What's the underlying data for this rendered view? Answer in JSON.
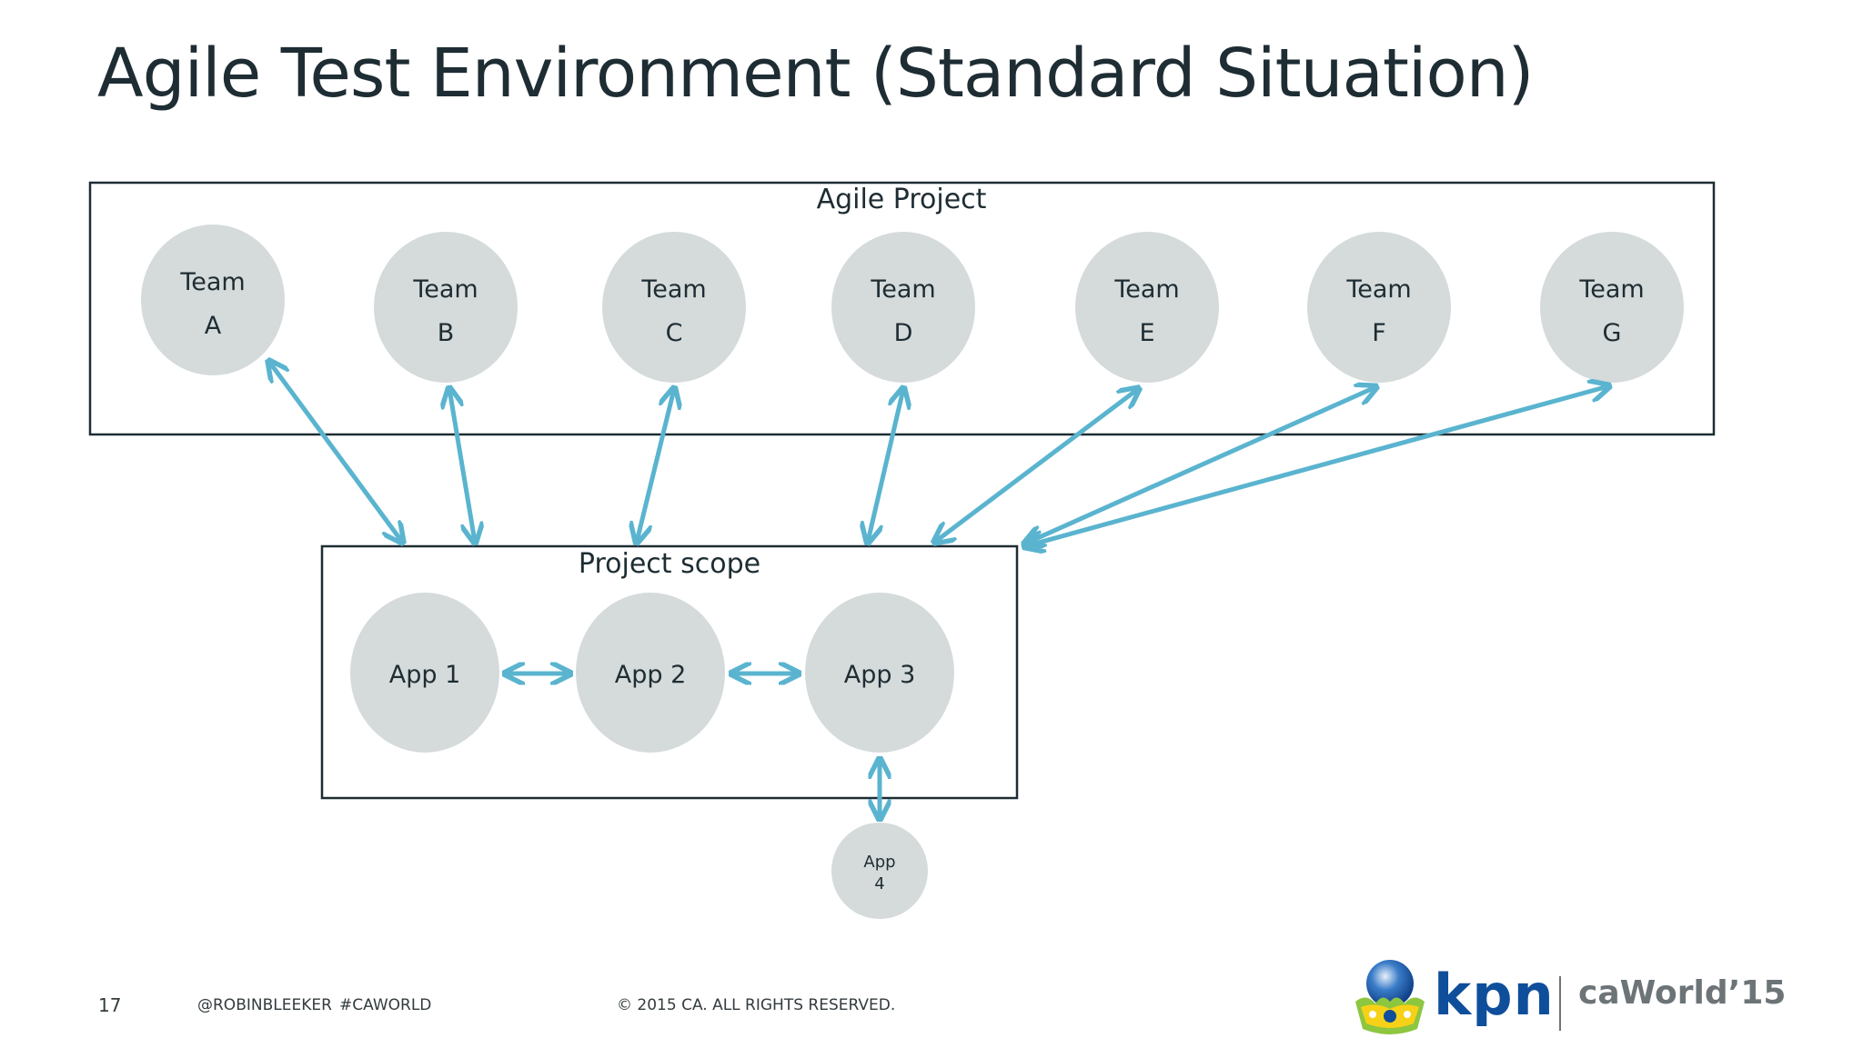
{
  "slide": {
    "title": "Agile Test Environment (Standard Situation)"
  },
  "diagram": {
    "project_box_label": "Agile Project",
    "scope_box_label": "Project scope",
    "teams": [
      {
        "line1": "Team",
        "line2": "A"
      },
      {
        "line1": "Team",
        "line2": "B"
      },
      {
        "line1": "Team",
        "line2": "C"
      },
      {
        "line1": "Team",
        "line2": "D"
      },
      {
        "line1": "Team",
        "line2": "E"
      },
      {
        "line1": "Team",
        "line2": "F"
      },
      {
        "line1": "Team",
        "line2": "G"
      }
    ],
    "apps": [
      {
        "label": "App 1"
      },
      {
        "label": "App 2"
      },
      {
        "label": "App 3"
      }
    ],
    "app4": {
      "line1": "App",
      "line2": "4"
    },
    "colors": {
      "node_fill": "#d5dadb",
      "arrow": "#5ab4cf",
      "box_stroke": "#1e2d33"
    }
  },
  "footer": {
    "page_number": "17",
    "handle": "@ROBINBLEEKER",
    "hashtag": "#CAWORLD",
    "copyright": "© 2015 CA. ALL RIGHTS RESERVED."
  },
  "logos": {
    "kpn": "kpn",
    "caworld": "caWorld’15"
  }
}
